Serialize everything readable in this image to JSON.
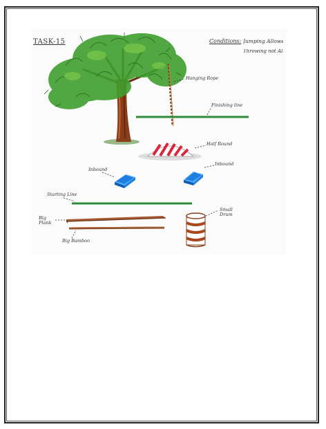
{
  "sheet": {
    "task_label": "TASK-15",
    "conditions_label": "Conditions:",
    "condition_1": "Jumping Allowed",
    "condition_2": "Throwing not Allowed"
  },
  "labels": {
    "hanging_rope": "Hanging Rope",
    "finishing_line": "Finishing line",
    "half_round": "Half Round",
    "inbound_left": "Inbound",
    "inbound_right": "Inbound",
    "starting_line": "Starting Line",
    "big_plank": "Big\nPlank",
    "small_drum": "Small\nDrum",
    "big_bamboo": "Big Bamboo"
  },
  "colors": {
    "tree_green": "#3f9e2e",
    "trunk_brown": "#8a3d1a",
    "line_green": "#2e8b3a",
    "inbound_blue": "#1e7fe0",
    "stripe_red": "#d8283a",
    "plank_brown": "#8a4a2a"
  }
}
